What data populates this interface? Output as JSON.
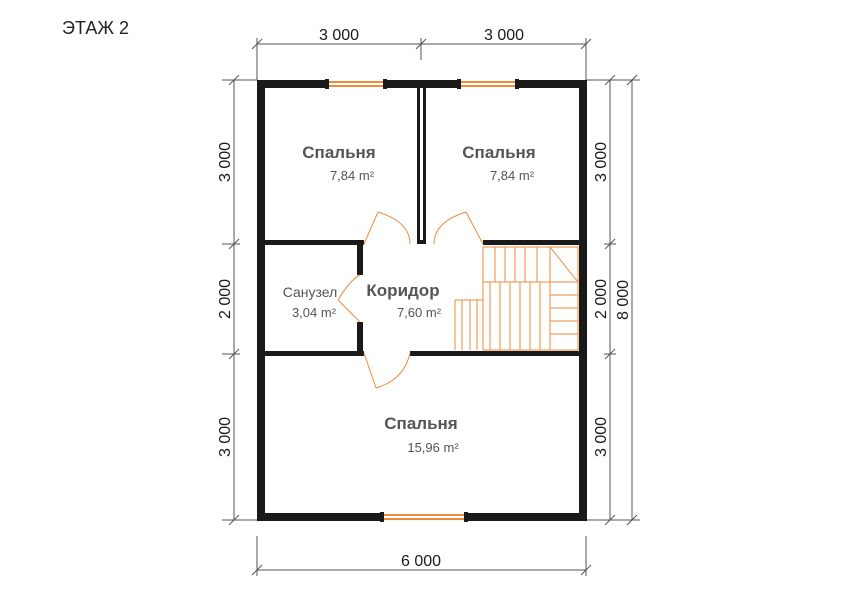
{
  "floor_title": "ЭТАЖ 2",
  "dimensions": {
    "top_left": "3 000",
    "top_right": "3 000",
    "bottom_total": "6 000",
    "left_upper": "3 000",
    "left_middle": "2 000",
    "left_lower": "3 000",
    "right_upper": "3 000",
    "right_middle": "2 000",
    "right_lower": "3 000",
    "right_total": "8 000"
  },
  "rooms": {
    "bedroom_top_left": {
      "name": "Спальня",
      "area": "7,84 m²"
    },
    "bedroom_top_right": {
      "name": "Спальня",
      "area": "7,84 m²"
    },
    "bathroom": {
      "name": "Санузел",
      "area": "3,04 m²"
    },
    "corridor": {
      "name": "Коридор",
      "area": "7,60 m²"
    },
    "bedroom_bottom": {
      "name": "Спальня",
      "area": "15,96 m²"
    }
  },
  "colors": {
    "wall": "#1a1a1a",
    "door_window": "#f08a3c",
    "dim_line": "#444444"
  }
}
